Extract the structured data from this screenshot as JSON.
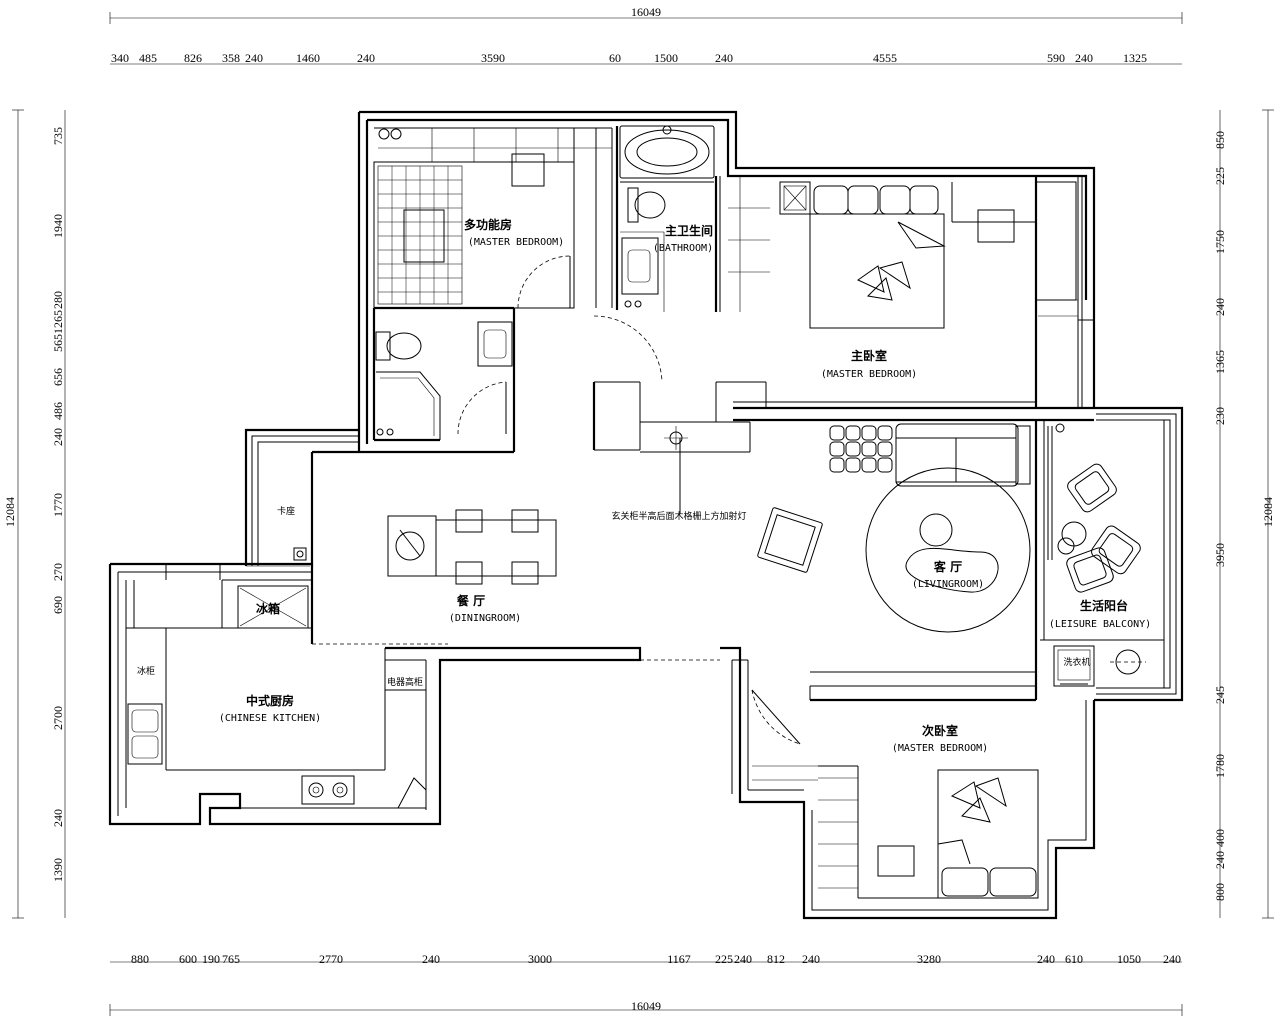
{
  "dimensions": {
    "total_top": "16049",
    "total_bottom": "16049",
    "total_left": "12084",
    "total_right": "12084",
    "top_segments": [
      "340",
      "485",
      "826",
      "358",
      "240",
      "1460",
      "240",
      "3590",
      "60",
      "1500",
      "240",
      "4555",
      "590",
      "240",
      "1325"
    ],
    "bottom_segments": [
      "880",
      "600",
      "190",
      "765",
      "2770",
      "240",
      "3000",
      "1167",
      "225",
      "240",
      "812",
      "240",
      "3280",
      "240",
      "610",
      "1050",
      "240"
    ],
    "left_segments": [
      "735",
      "1940",
      "280",
      "1265",
      "565",
      "656",
      "486",
      "240",
      "1770",
      "270",
      "690",
      "2700",
      "240",
      "1390"
    ],
    "right_segments": [
      "850",
      "225",
      "1750",
      "240",
      "1365",
      "230",
      "3950",
      "245",
      "1780",
      "400",
      "240",
      "800"
    ]
  },
  "rooms": {
    "multi": {
      "cn": "多功能房",
      "en": "(MASTER BEDROOM)"
    },
    "bath": {
      "cn": "主卫生间",
      "en": "(BATHROOM)"
    },
    "master": {
      "cn": "主卧室",
      "en": "(MASTER BEDROOM)"
    },
    "dining": {
      "cn": "餐    厅",
      "en": "(DININGROOM)"
    },
    "living": {
      "cn": "客  厅",
      "en": "(LIVINGROOM)"
    },
    "balcony": {
      "cn": "生活阳台",
      "en": "(LEISURE BALCONY)"
    },
    "kitchen": {
      "cn": "中式厨房",
      "en": "(CHINESE KITCHEN)"
    },
    "second": {
      "cn": "次卧室",
      "en": "(MASTER BEDROOM)"
    }
  },
  "labels": {
    "entry_note": "玄关柜半高后面木格栅上方加射灯",
    "card": "卡座",
    "fridge": "冰箱",
    "ice_cabinet": "冰柜",
    "appliance_tall": "电器高柜",
    "washer": "洗衣机"
  }
}
